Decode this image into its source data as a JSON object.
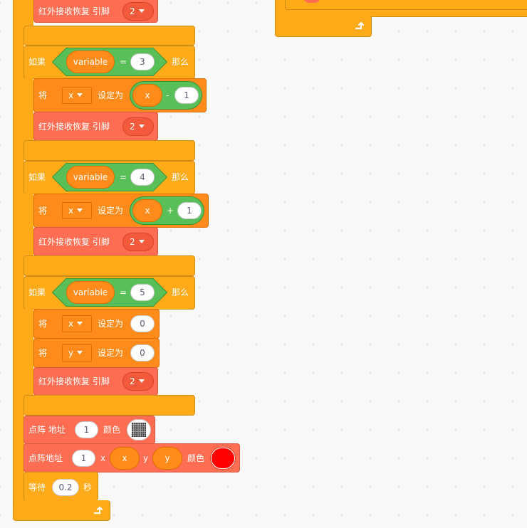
{
  "blocks": {
    "if_label": "如果",
    "then_label": "那么",
    "set_label": "将",
    "set_to_label": "设定为",
    "ir_resume_label": "红外接收恢复 引脚",
    "ir_pin_value": "2",
    "variable_name": "variable",
    "equals": "=",
    "minus": "-",
    "plus": "+",
    "x_name": "x",
    "y_name": "y",
    "if3_value": "3",
    "if4_value": "4",
    "if5_value": "5",
    "one_value": "1",
    "zero_value": "0",
    "matrix_label": "点阵 地址",
    "matrix_addr": "1",
    "color_label": "颜色",
    "matrix_xy_label": "点阵地址",
    "x_label": "x",
    "y_label": "y",
    "wait_label": "等待",
    "wait_value": "0.2",
    "seconds_label": "秒",
    "icons": [
      "loop-arrow-icon",
      "dropdown-caret-icon",
      "led-matrix-icon",
      "color-swatch-icon"
    ],
    "colors": {
      "control": "#ffab19",
      "ir": "#ff6d53",
      "variable": "#ff8c1a",
      "operator": "#59c059",
      "swatch": "#ff0000"
    }
  }
}
